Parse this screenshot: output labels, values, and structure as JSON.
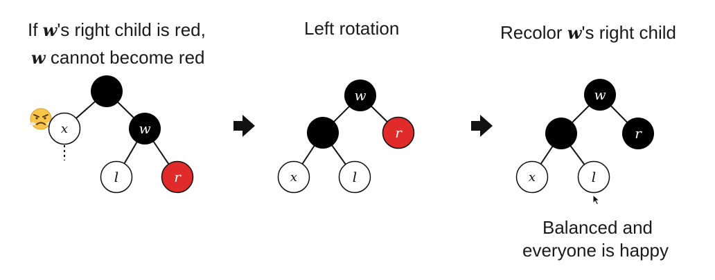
{
  "panel1": {
    "title_line1_prefix": "If ",
    "title_var_w1": "w",
    "title_line1_suffix": "'s right child is red,",
    "title_var_w2": "w",
    "title_line2_suffix": " cannot become red",
    "nodes": {
      "x": "x",
      "w": "w",
      "l": "l",
      "r": "r"
    }
  },
  "panel2": {
    "title": "Left rotation",
    "nodes": {
      "w": "w",
      "x": "x",
      "l": "l",
      "r": "r"
    }
  },
  "panel3": {
    "title_prefix": "Recolor ",
    "title_var_w": "w",
    "title_suffix": "'s right child",
    "nodes": {
      "w": "w",
      "x": "x",
      "l": "l",
      "r": "r"
    },
    "caption_line1": "Balanced and",
    "caption_line2": "everyone is happy"
  },
  "icons": {
    "emoji": "frustrated-face-icon",
    "arrow": "right-arrow-icon",
    "cursor": "mouse-cursor-icon"
  },
  "colors": {
    "black_node": "#000000",
    "red_node": "#e12a2a",
    "white_node": "#ffffff",
    "edge": "#111111",
    "text": "#1a1a1a"
  }
}
